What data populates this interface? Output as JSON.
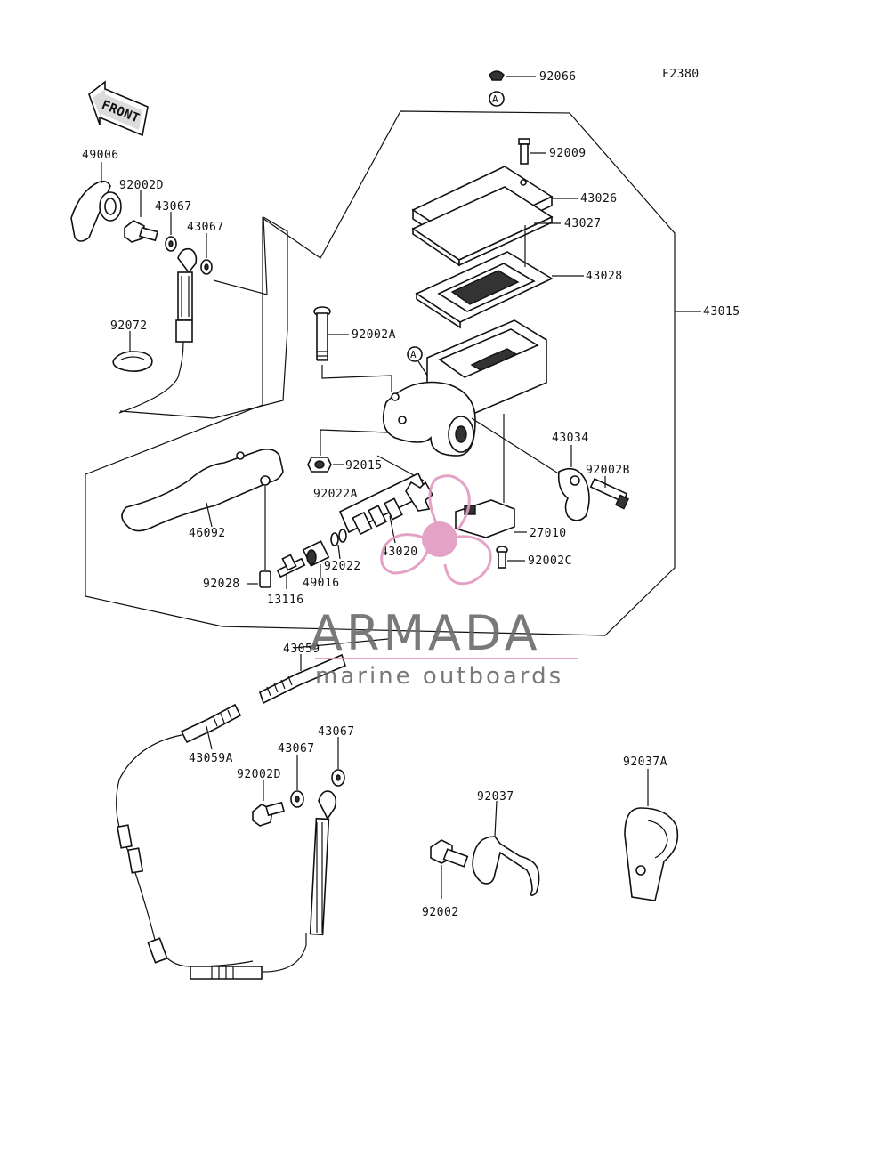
{
  "figure_code": "F2380",
  "front_sign": "FRONT",
  "ref_marker": "A",
  "brand": {
    "name": "ARMADA",
    "tagline": "marine outboards",
    "accent_color": "#e29ac0",
    "text_color": "#6b6b6b"
  },
  "parts": {
    "p92066": "92066",
    "p92009": "92009",
    "p43026": "43026",
    "p43027": "43027",
    "p43028": "43028",
    "p43015": "43015",
    "p92002A": "92002A",
    "p43034": "43034",
    "p92002B": "92002B",
    "p92015": "92015",
    "p92022A": "92022A",
    "p27010": "27010",
    "p43020": "43020",
    "p92002C": "92002C",
    "p46092": "46092",
    "p92022": "92022",
    "p49016": "49016",
    "p92028": "92028",
    "p13116": "13116",
    "p49006": "49006",
    "p92002D_top": "92002D",
    "p43067_a": "43067",
    "p43067_b": "43067",
    "p92072": "92072",
    "p43059": "43059",
    "p43059A": "43059A",
    "p43067_c": "43067",
    "p43067_d": "43067",
    "p92002D_bottom": "92002D",
    "p92037": "92037",
    "p92037A": "92037A",
    "p92002": "92002"
  }
}
